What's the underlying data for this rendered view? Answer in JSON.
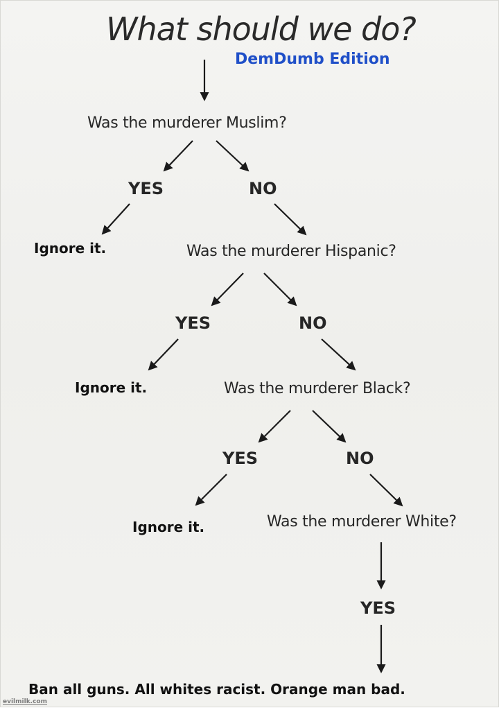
{
  "title": "What should we do?",
  "subtitle": "DemDumb Edition",
  "nodes": {
    "q1": "Was the murderer Muslim?",
    "q1_yes": "YES",
    "q1_no": "NO",
    "q1_yes_result": "Ignore it.",
    "q2": "Was the murderer Hispanic?",
    "q2_yes": "YES",
    "q2_no": "NO",
    "q2_yes_result": "Ignore it.",
    "q3": "Was the murderer Black?",
    "q3_yes": "YES",
    "q3_no": "NO",
    "q3_yes_result": "Ignore it.",
    "q4": "Was the murderer White?",
    "q4_yes": "YES",
    "final": "Ban all guns. All whites racist. Orange man bad."
  },
  "watermark": "evilmilk.com",
  "colors": {
    "subtitle": "#1f4fc8",
    "text": "#262626",
    "arrow": "#1a1a1a"
  }
}
